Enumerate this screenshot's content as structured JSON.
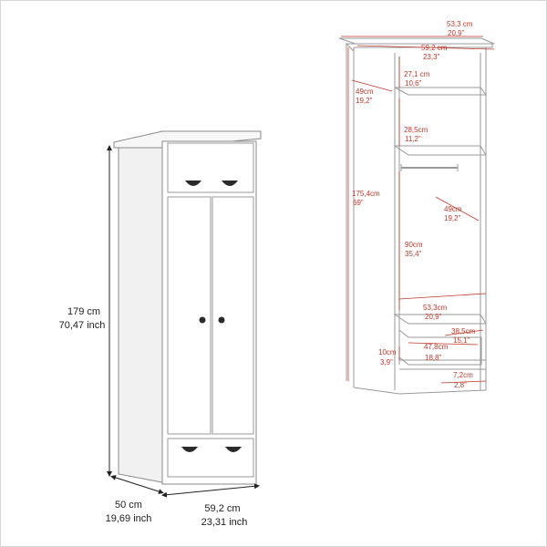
{
  "colors": {
    "cabinet_fill": "#ffffff",
    "cabinet_edge": "#8a8a8a",
    "handle": "#2a2a2a",
    "dimension_black": "#222222",
    "dimension_red": "#c0392b",
    "line_drawing": "#9a9a9a"
  },
  "front_view": {
    "height_cm": "179 cm",
    "height_inch": "70,47 inch",
    "depth_cm": "50 cm",
    "depth_inch": "19,69 inch",
    "width_cm": "59,2 cm",
    "width_inch": "23,31 inch",
    "icons": [
      "drawer-handle-icon",
      "door-knob-icon"
    ]
  },
  "technical_view": {
    "labels": {
      "top_width_cm": "53,3 cm",
      "top_width_in": "20,9”",
      "outer_width_cm": "59,2 cm",
      "outer_width_in": "23,3”",
      "upper_shelf_cm": "27,1 cm",
      "upper_shelf_in": "10,6”",
      "depth_cm": "49cm",
      "depth_in": "19,2”",
      "mid_shelf_cm": "28,5cm",
      "mid_shelf_in": "11,2”",
      "total_height_cm": "175,4cm",
      "total_height_in": "69”",
      "inner_depth_cm": "49cm",
      "inner_depth_in": "19,2”",
      "hanging_cm": "90cm",
      "hanging_in": "35,4”",
      "inner_width_cm": "53,3cm",
      "inner_width_in": "20,9”",
      "drawer_depth_cm": "38,5cm",
      "drawer_depth_in": "15,1”",
      "drawer_width_cm": "47,8cm",
      "drawer_width_in": "18,8”",
      "drawer_height_cm": "10cm",
      "drawer_height_in": "3,9”",
      "base_cm": "7,2cm",
      "base_in": "2,8”"
    }
  }
}
